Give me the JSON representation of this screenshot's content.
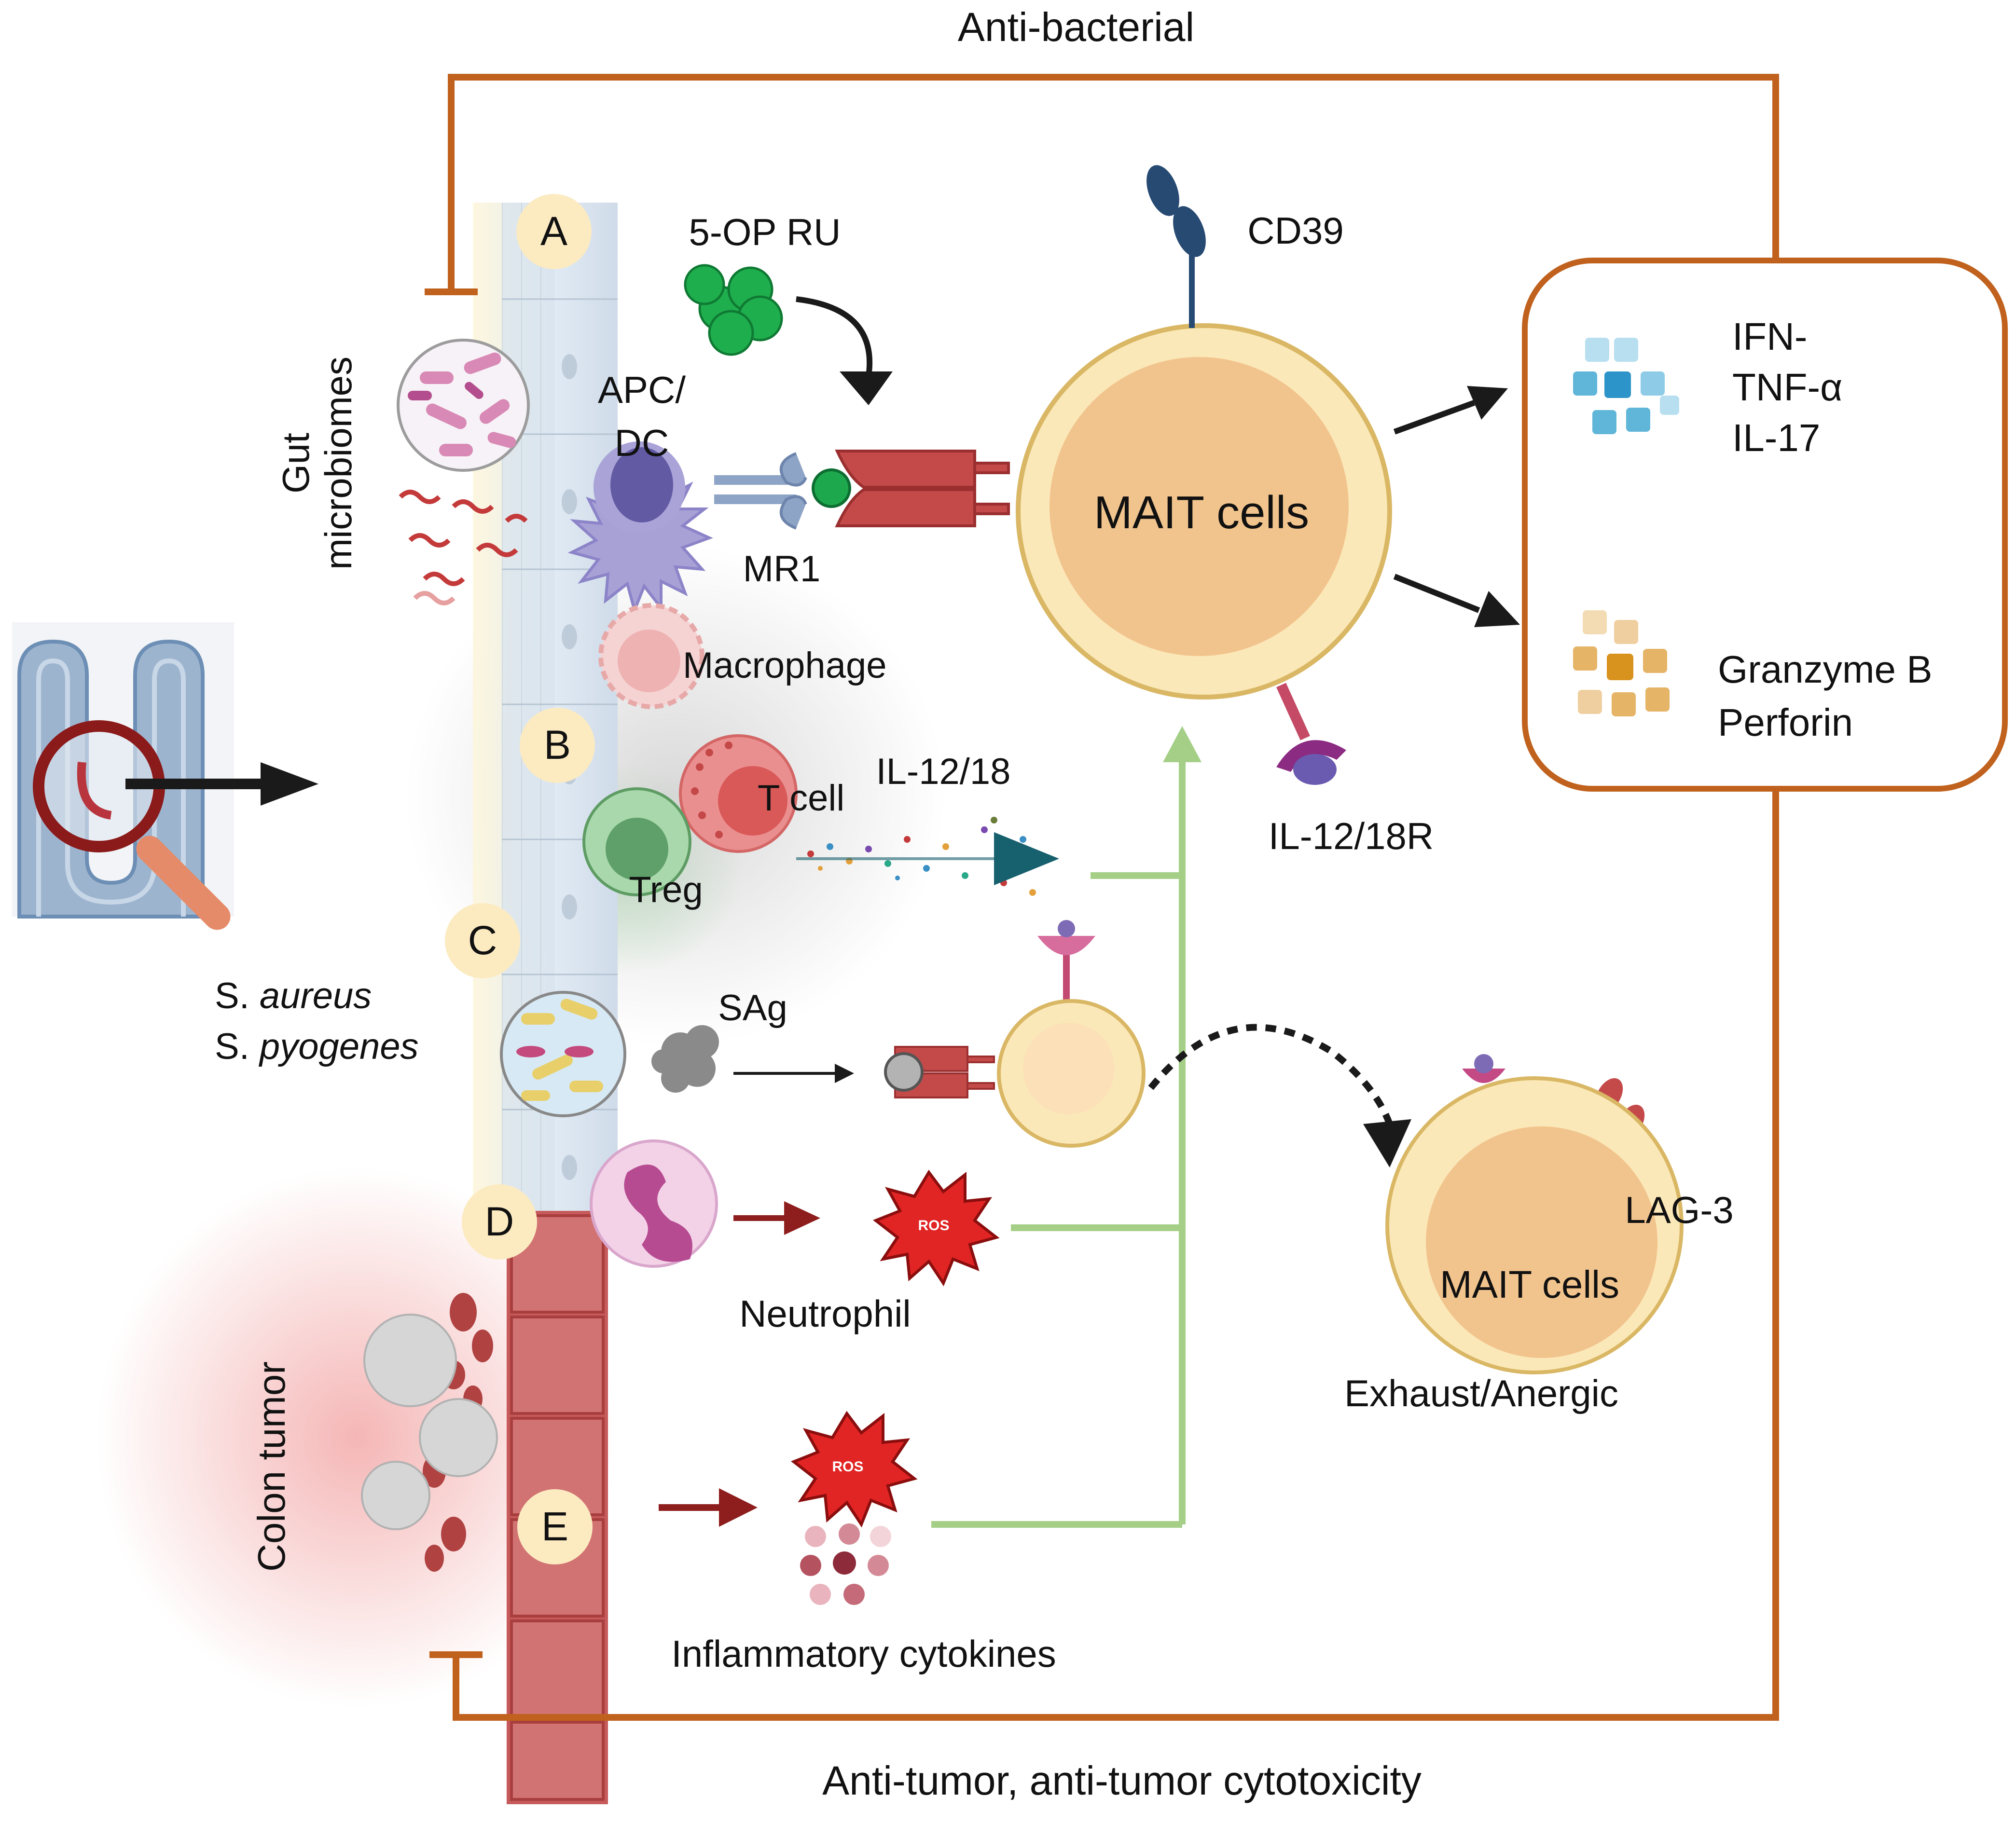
{
  "labels": {
    "anti_bacterial": "Anti-bacterial",
    "anti_tumor": "Anti-tumor,  anti-tumor cytotoxicity",
    "gut_line1": "Gut",
    "gut_line2": "microbiomes",
    "colon_tumor": "Colon tumor",
    "five_op_ru": "5-OP RU",
    "apc_line1": "APC/",
    "apc_line2": "DC",
    "mr1": "MR1",
    "cd39": "CD39",
    "mait_main": "MAIT cells",
    "mait_exhausted": "MAIT cells",
    "exhaust": "Exhaust/Anergic",
    "il12_18": "IL-12/18",
    "il12_18r": "IL-12/18R",
    "macrophage": "Macrophage",
    "t_cell": "T cell",
    "treg": "Treg",
    "s_prefix": "S. ",
    "aureus": "aureus",
    "pyogenes": "pyogenes",
    "sag": "SAg",
    "neutrophil": "Neutrophil",
    "ros": "ROS",
    "inflammatory": "Inflammatory cytokines",
    "lag3": "LAG-3",
    "ifn": "IFN-",
    "tnf": "TNF-α",
    "il17": "IL-17",
    "granzyme": "Granzyme B",
    "perforin": "Perforin"
  },
  "steps": [
    "A",
    "B",
    "C",
    "D",
    "E"
  ],
  "colors": {
    "orange_line": "#c0621e",
    "green_line": "#a5cf87",
    "step_badge": "#fcebc1",
    "cell_outer": "#fbe8b8",
    "cell_inner": "#f2c48d",
    "receptor_red": "#c44a4a",
    "dark_arrow": "#1a1a1a",
    "teal_arrow": "#17606e",
    "red_arrow": "#8e1d1d",
    "cd39_blue": "#274a73",
    "bacteria_green": "#1fae4e"
  }
}
